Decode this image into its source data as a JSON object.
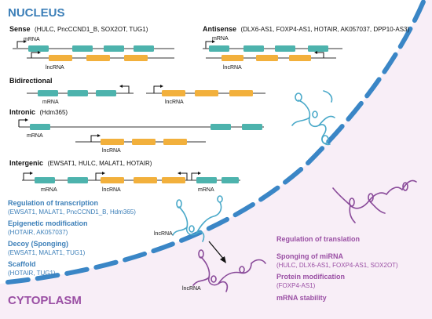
{
  "nucleus_title": "NUCLEUS",
  "cytoplasm_title": "CYTOPLASM",
  "colors": {
    "nucleus_accent": "#3c7fb8",
    "cytoplasm_accent": "#9a4fa4",
    "mrna_exon": "#4db3ad",
    "lncrna_exon": "#f2b03c",
    "cytoplasm_bg": "#f8eef7",
    "membrane": "#3a86c6"
  },
  "sense": {
    "title": "Sense",
    "examples": "(HULC, PncCCND1_B, SOX2OT, TUG1)",
    "mrna_label": "mRNA",
    "lncrna_label": "lncRNA"
  },
  "antisense": {
    "title": "Antisense",
    "examples": "(DLX6-AS1, FOXP4-AS1, HOTAIR, AK057037, DPP10-AS3)",
    "mrna_label": "mRNA",
    "lncrna_label": "lncRNA"
  },
  "bidirectional": {
    "title": "Bidirectional",
    "mrna_label": "mRNA",
    "lncrna_label": "lncRNA"
  },
  "intronic": {
    "title": "Intronic",
    "examples": "(Hdm365)",
    "mrna_label": "mRNA",
    "lncrna_label": "lncRNA"
  },
  "intergenic": {
    "title": "Intergenic",
    "examples": "(EWSAT1, HULC, MALAT1, HOTAIR)",
    "mrna_label_left": "mRNA",
    "lncrna_label": "lncRNA",
    "mrna_label_right": "mRNA"
  },
  "nuclear_functions": [
    {
      "title": "Regulation of transcription",
      "examples": "(EWSAT1, MALAT1, PncCCND1_B, Hdm365)"
    },
    {
      "title": "Epigenetic modification",
      "examples": "(HOTAIR, AK057037)"
    },
    {
      "title": "Decoy (Sponging)",
      "examples": "(EWSAT1, MALAT1, TUG1)"
    },
    {
      "title": "Scaffold",
      "examples": "(HOTAIR, TUG1)"
    }
  ],
  "cytoplasmic_functions": [
    {
      "title": "Regulation of translation",
      "examples": ""
    },
    {
      "title": "Sponging of miRNA",
      "examples": "(HULC, DLX6-AS1, FOXP4-AS1, SOX2OT)"
    },
    {
      "title": "Protein modification",
      "examples": "(FOXP4-AS1)"
    },
    {
      "title": "mRNA stability",
      "examples": ""
    }
  ],
  "lncrna_labels": {
    "left_molecule": "lncRNA",
    "bottom_molecule": "lncRNA"
  }
}
